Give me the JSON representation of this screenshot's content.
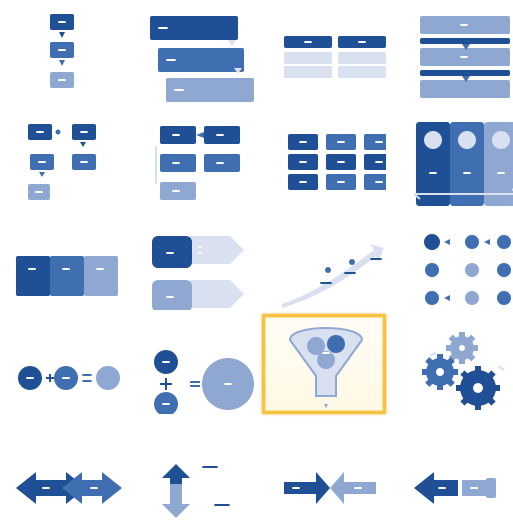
{
  "gallery": {
    "colors": {
      "dark": "#1f4f94",
      "mid": "#3f6fb0",
      "light": "#8ea8d2",
      "pale": "#d9e1f0",
      "selected_border": "#f5c242"
    },
    "selected_index": 14,
    "tiles": [
      {
        "name": "vertical-process"
      },
      {
        "name": "staggered-process"
      },
      {
        "name": "table-list"
      },
      {
        "name": "horizontal-bands"
      },
      {
        "name": "bending-process"
      },
      {
        "name": "bracket-process"
      },
      {
        "name": "grid-matrix"
      },
      {
        "name": "picture-columns"
      },
      {
        "name": "continuous-blocks"
      },
      {
        "name": "arrow-boxes"
      },
      {
        "name": "upward-arrow"
      },
      {
        "name": "circle-process"
      },
      {
        "name": "equation"
      },
      {
        "name": "vertical-equation"
      },
      {
        "name": "funnel"
      },
      {
        "name": "gears"
      },
      {
        "name": "double-arrow"
      },
      {
        "name": "up-down-arrows"
      },
      {
        "name": "opposing-arrows"
      },
      {
        "name": "converging-arrows"
      }
    ]
  }
}
